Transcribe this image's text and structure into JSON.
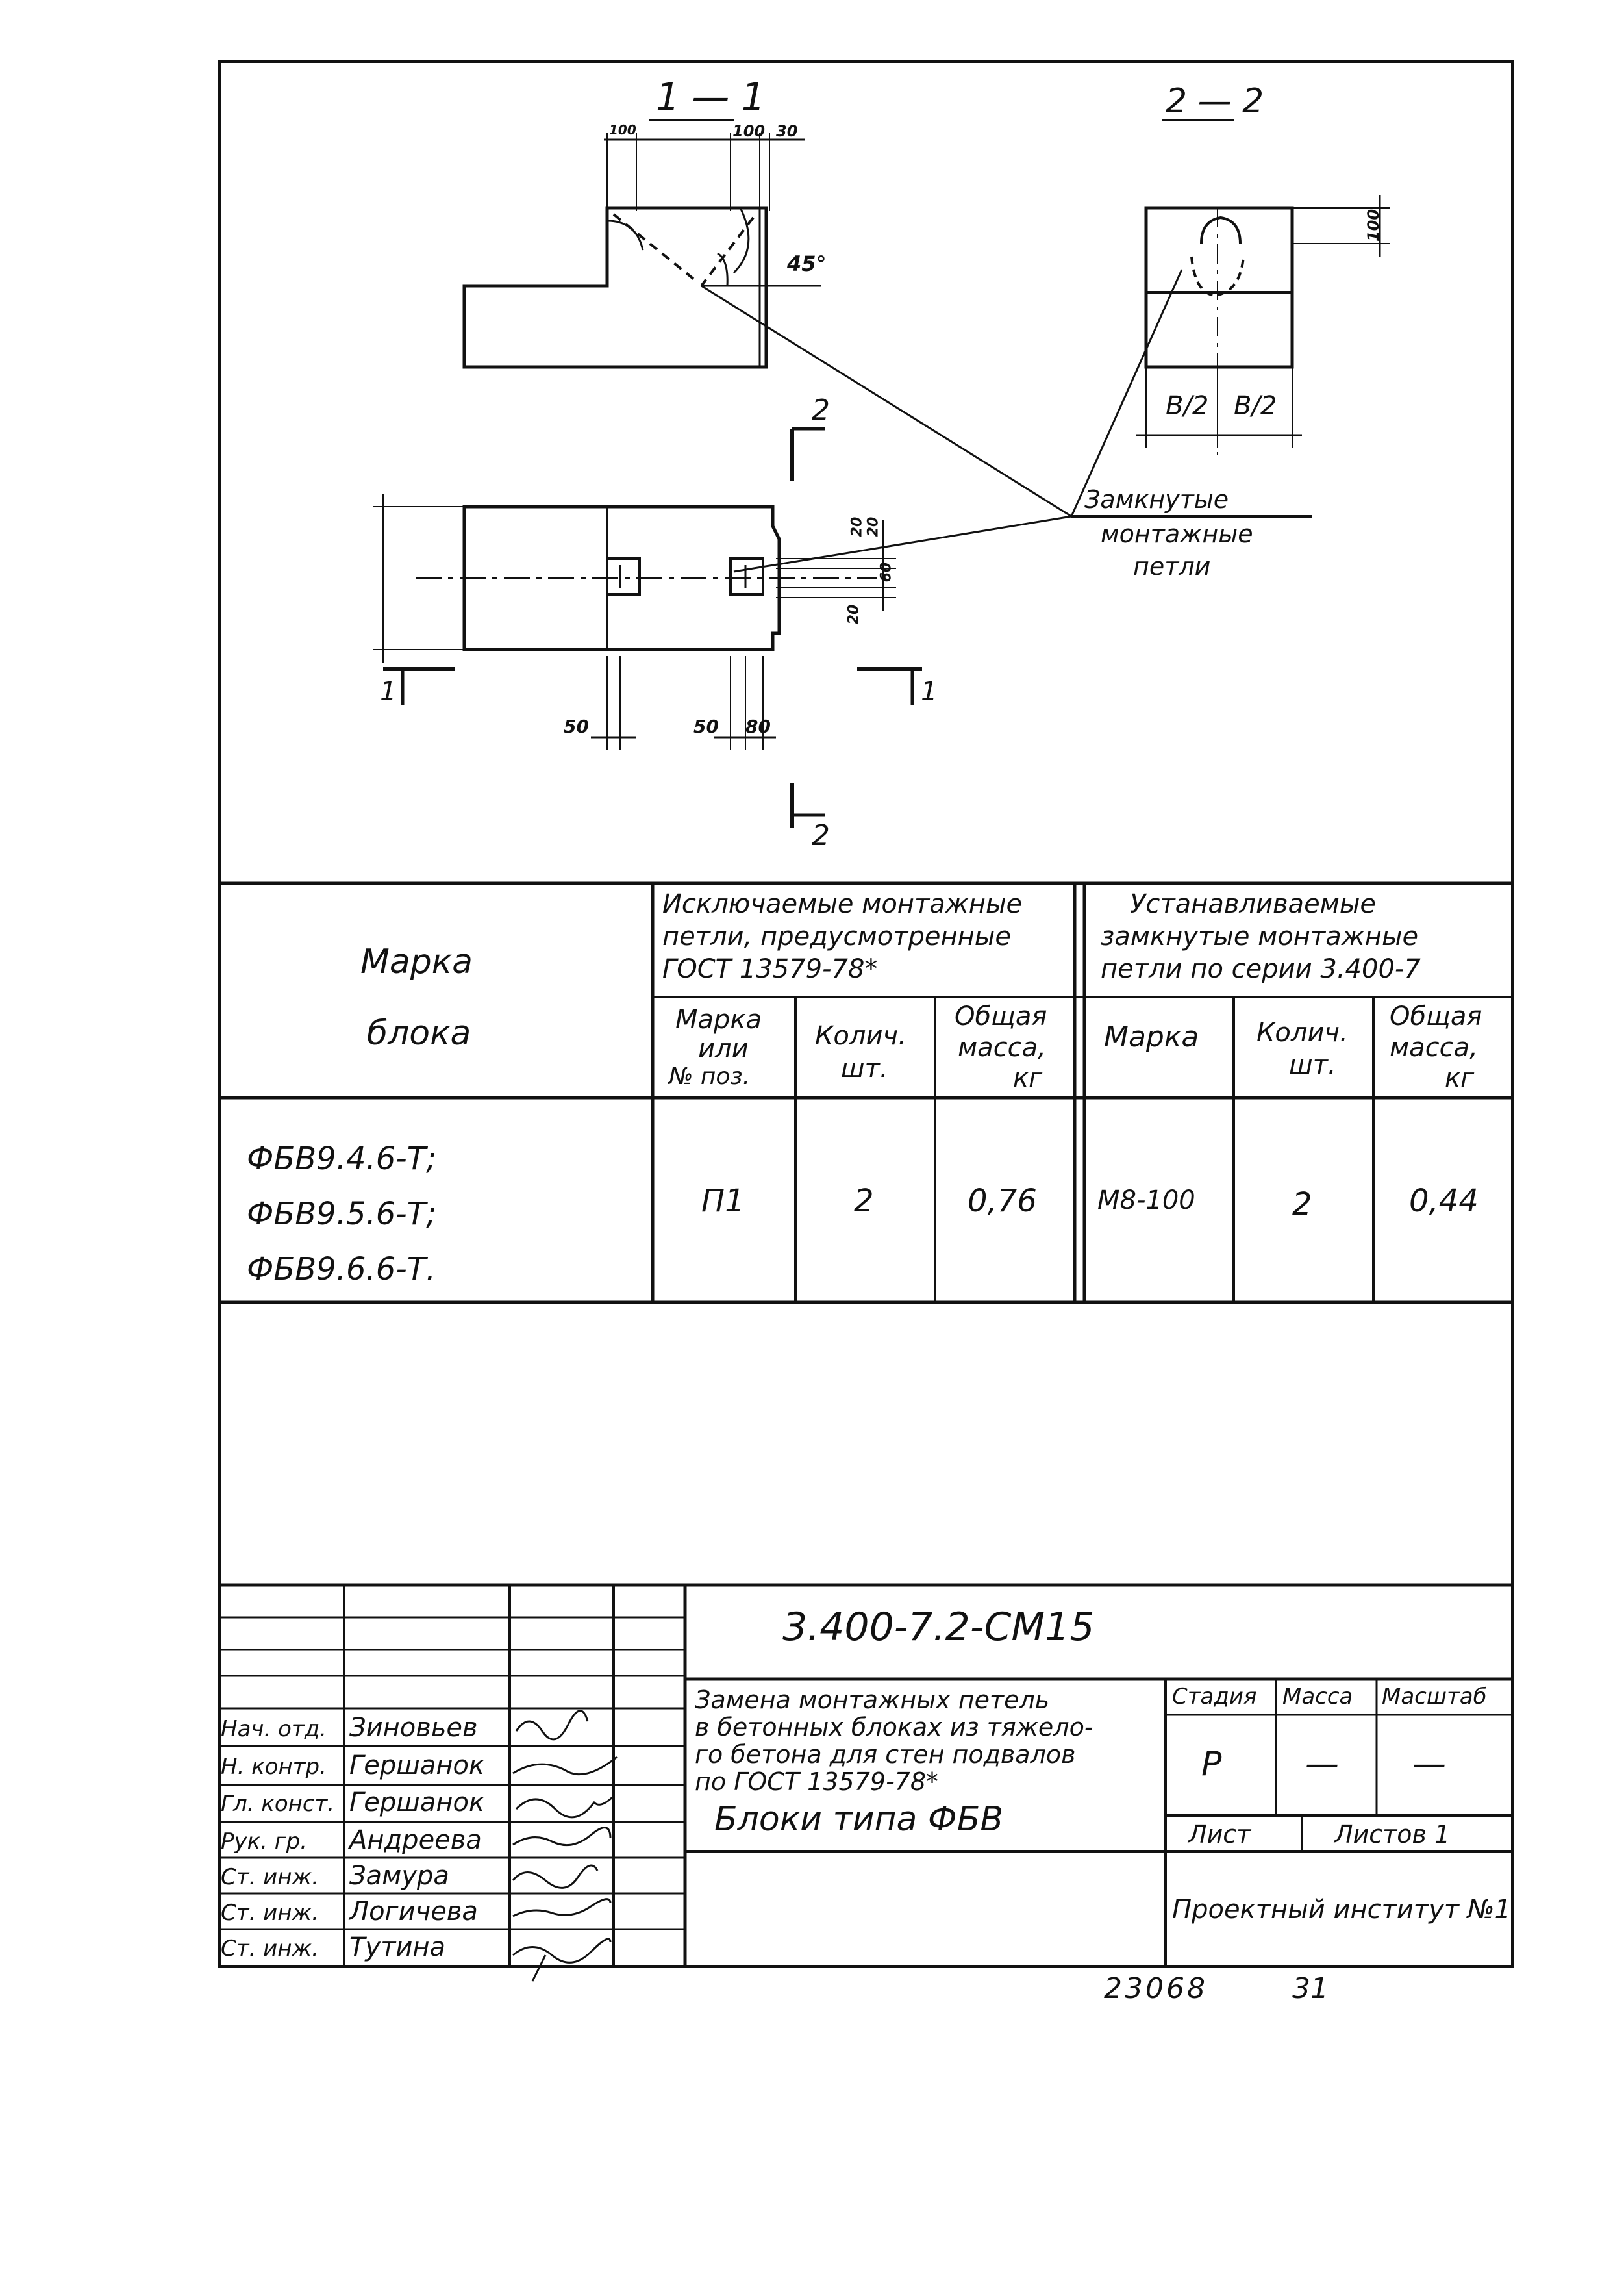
{
  "drawing": {
    "section_1": "1 — 1",
    "section_2": "2 — 2",
    "dims_section1": [
      "100",
      "100",
      "30"
    ],
    "angle": "45°",
    "dim_section2": "100",
    "dims_half": [
      "B/2",
      "B/2"
    ],
    "loop_label": [
      "Замкнутые",
      "монтажные",
      "петли"
    ],
    "plan_dims_right": [
      "20",
      "20",
      "60",
      "20"
    ],
    "plan_dims_bottom": [
      "50",
      "50",
      "80"
    ],
    "cut_marks": {
      "c1_left": "1",
      "c1_right": "1",
      "c2_top": "2",
      "c2_bottom": "2"
    }
  },
  "table": {
    "col_block_header": [
      "Марка",
      "блока"
    ],
    "group_excluded": [
      "Исключаемые монтажные",
      "петли, предусмотренные",
      "ГОСТ 13579-78*"
    ],
    "group_installed": [
      "Устанавливаемые",
      "замкнутые монтажные",
      "петли по серии 3.400-7"
    ],
    "sub_headers_excluded": [
      [
        "Марка",
        "или",
        "№ поз."
      ],
      [
        "Колич.",
        "шт."
      ],
      [
        "Общая",
        "масса,",
        "кг"
      ]
    ],
    "sub_headers_installed": [
      [
        "Марка"
      ],
      [
        "Колич.",
        "шт."
      ],
      [
        "Общая",
        "масса,",
        "кг"
      ]
    ],
    "row": {
      "blocks": [
        "ФБВ9.4.6-Т;",
        "ФБВ9.5.6-Т;",
        "ФБВ9.6.6-Т."
      ],
      "excl_mark": "П1",
      "excl_qty": "2",
      "excl_mass": "0,76",
      "inst_mark": "М8-100",
      "inst_qty": "2",
      "inst_mass": "0,44"
    }
  },
  "title_block": {
    "doc_code": "3.400-7.2-СМ15",
    "title_lines": [
      "Замена монтажных петель",
      "в бетонных блоках из тяжело-",
      "го бетона для стен подвалов",
      "по ГОСТ 13579-78*"
    ],
    "subtitle": "Блоки типа ФБВ",
    "stage_label": "Стадия",
    "mass_label": "Масса",
    "scale_label": "Масштаб",
    "stage_value": "Р",
    "mass_value": "—",
    "scale_value": "—",
    "sheet_label": "Лист",
    "sheets_label": "Листов 1",
    "org": "Проектный институт №1",
    "staff": [
      {
        "role": "Нач. отд.",
        "name": "Зиновьев"
      },
      {
        "role": "Н. контр.",
        "name": "Гершанок"
      },
      {
        "role": "Гл. конст.",
        "name": "Гершанок"
      },
      {
        "role": "Рук. гр.",
        "name": "Андреева"
      },
      {
        "role": "Ст. инж.",
        "name": "Замура"
      },
      {
        "role": "Ст. инж.",
        "name": "Логичева"
      },
      {
        "role": "Ст. инж.",
        "name": "Тутина"
      }
    ]
  },
  "footer": {
    "inv_number": "23068",
    "page": "31"
  }
}
